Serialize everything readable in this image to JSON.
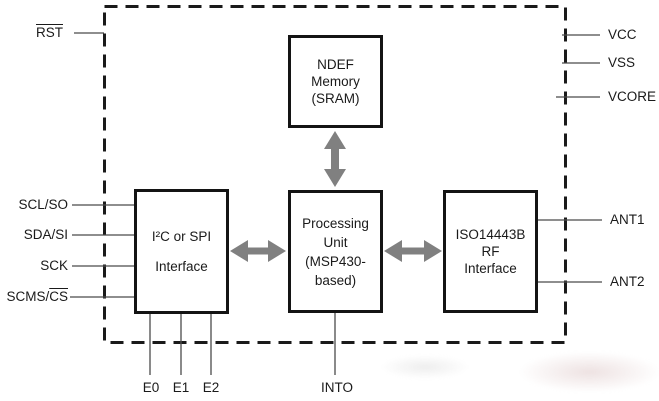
{
  "blocks": {
    "ndef": "NDEF\nMemory\n(SRAM)",
    "processing": "Processing\nUnit\n(MSP430-\nbased)",
    "serial": "I²C or SPI\nInterface",
    "rf": "ISO14443B\nRF\nInterface"
  },
  "pins": {
    "rst": "RST",
    "scl_so": "SCL/SO",
    "sda_si": "SDA/SI",
    "sck": "SCK",
    "scms_prefix": "SCMS/",
    "scms_cs": "CS",
    "vcc": "VCC",
    "vss": "VSS",
    "vcore": "VCORE",
    "ant1": "ANT1",
    "ant2": "ANT2",
    "e0": "E0",
    "e1": "E1",
    "e2": "E2",
    "into": "INTO"
  },
  "colors": {
    "arrow": "#808080",
    "pin_line": "#4a4a4a",
    "block_border": "#141414",
    "boundary_dash": "#1a1a1a",
    "background": "#ffffff"
  }
}
